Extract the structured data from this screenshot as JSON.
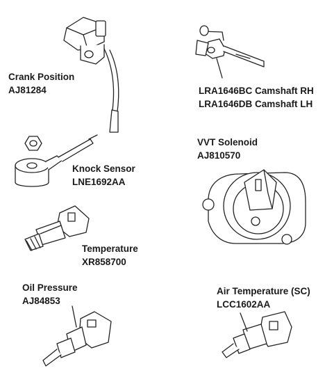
{
  "components": [
    {
      "name": "Crank Position",
      "part": "AJ81284"
    },
    {
      "name": "LRA1646BC Camshaft RH",
      "part": "LRA1646DB Camshaft LH"
    },
    {
      "name": "Knock Sensor",
      "part": "LNE1692AA"
    },
    {
      "name": "VVT Solenoid",
      "part": "AJ810570"
    },
    {
      "name": "Temperature",
      "part": "XR858700"
    },
    {
      "name": "Oil Pressure",
      "part": "AJ84853"
    },
    {
      "name": "Air Temperature (SC)",
      "part": "LCC1602AA"
    }
  ]
}
